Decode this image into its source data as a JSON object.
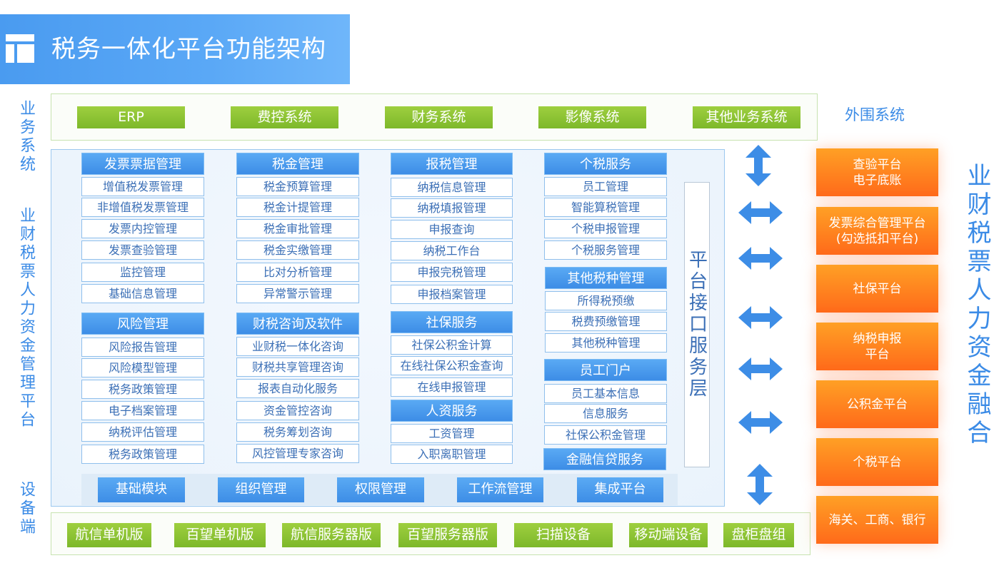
{
  "title": "税务一体化平台功能架构",
  "left_labels": {
    "business": "业务系统",
    "platform": "业财税票人力资金管理平台",
    "device": "设备端"
  },
  "right_label": "业财税票人力资金融合",
  "external_label": "外围系统",
  "business_systems": [
    "ERP",
    "费控系统",
    "财务系统",
    "影像系统",
    "其他业务系统"
  ],
  "modules": [
    {
      "header": "发票票据管理",
      "items": [
        "增值税发票管理",
        "非增值税发票管理",
        "发票内控管理",
        "发票查验管理",
        "监控管理",
        "基础信息管理"
      ]
    },
    {
      "header": "风险管理",
      "items": [
        "风险报告管理",
        "风险模型管理",
        "税务政策管理",
        "电子档案管理",
        "纳税评估管理",
        "税务政策管理"
      ]
    },
    {
      "header": "税金管理",
      "items": [
        "税金预算管理",
        "税金计提管理",
        "税金审批管理",
        "税金实缴管理",
        "比对分析管理",
        "异常警示管理"
      ]
    },
    {
      "header": "财税咨询及软件",
      "items": [
        "业财税一体化咨询",
        "财税共享管理咨询",
        "报表自动化服务",
        "资金管控咨询",
        "税务筹划咨询",
        "风控管理专家咨询"
      ]
    },
    {
      "header": "报税管理",
      "items": [
        "纳税信息管理",
        "纳税填报管理",
        "申报查询",
        "纳税工作台",
        "申报完税管理",
        "申报档案管理"
      ]
    },
    {
      "header": "社保服务",
      "items": [
        "社保公积金计算",
        "在线社保公积金查询",
        "在线申报管理"
      ]
    },
    {
      "header": "人资服务",
      "items": [
        "工资管理",
        "入职离职管理"
      ]
    },
    {
      "header": "个税服务",
      "items": [
        "员工管理",
        "智能算税管理",
        "个税申报管理",
        "个税服务管理"
      ]
    },
    {
      "header": "其他税种管理",
      "items": [
        "所得税预缴",
        "税费预缴管理",
        "其他税种管理"
      ]
    },
    {
      "header": "员工门户",
      "items": [
        "员工基本信息",
        "信息服务",
        "社保公积金管理"
      ]
    },
    {
      "header": "金融信贷服务",
      "items": []
    }
  ],
  "api_layer": "平台接口服务层",
  "base_modules": [
    "基础模块",
    "组织管理",
    "权限管理",
    "工作流管理",
    "集成平台"
  ],
  "devices": [
    "航信单机版",
    "百望单机版",
    "航信服务器版",
    "百望服务器版",
    "扫描设备",
    "移动端设备",
    "盘柜盘组"
  ],
  "external_platforms": [
    "查验平台\n电子底账",
    "发票综合管理平台\n(勾选抵扣平台)",
    "社保平台",
    "纳税申报\n平台",
    "公积金平台",
    "个税平台",
    "海关、工商、银行"
  ],
  "colors": {
    "blue": "#3d8de6",
    "green": "#8cc43a",
    "orange": "#ff7a1f"
  }
}
